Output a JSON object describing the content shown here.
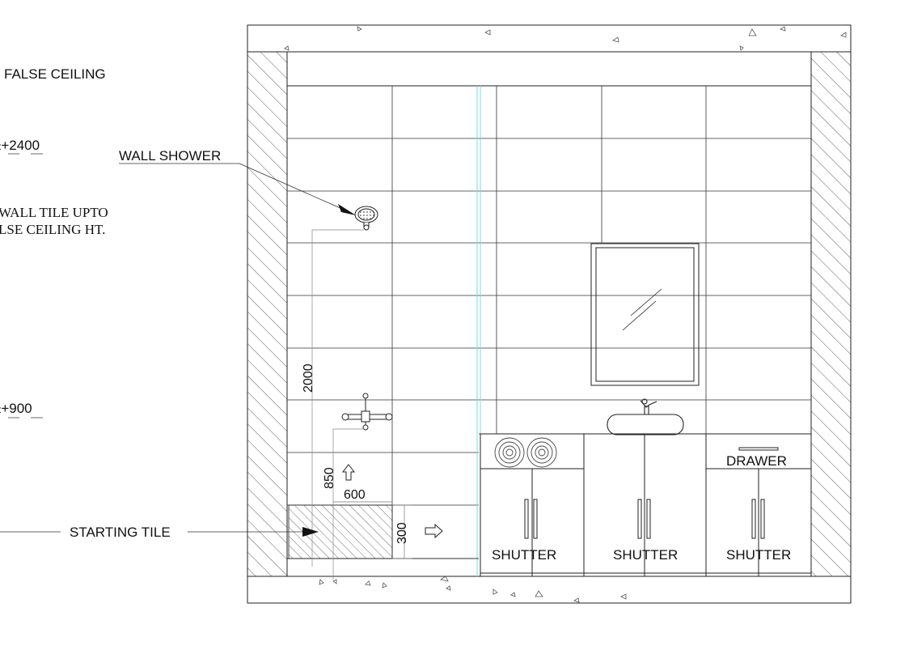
{
  "labels": {
    "false_ceiling": "FALSE CEILING",
    "level_2400": "±+2400",
    "wall_shower": "WALL SHOWER",
    "wall_tile_line1": "WALL TILE UPTO",
    "wall_tile_line2": "LSE CEILING HT.",
    "level_900": "±+900",
    "starting_tile": "STARTING TILE",
    "drawer": "DRAWER",
    "shutter_1": "SHUTTER",
    "shutter_2": "SHUTTER",
    "shutter_3": "SHUTTER"
  },
  "dimensions": {
    "dim_2000": "2000",
    "dim_850": "850",
    "dim_600": "600",
    "dim_300": "300"
  },
  "colors": {
    "line": "#222222",
    "glass_partition": "#7fd9e0",
    "hatch": "#333333"
  }
}
